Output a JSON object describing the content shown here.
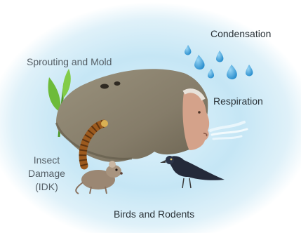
{
  "labels": {
    "sprouting": "Sprouting and Mold",
    "condensation": "Condensation",
    "respiration": "Respiration",
    "insect_line1": "Insect",
    "insect_line2": "Damage",
    "insect_line3": "(IDK)",
    "birds": "Birds and Rodents"
  },
  "colors": {
    "background_glow": "#c5e6f5",
    "grain_body": "#8a8270",
    "grain_shadow": "#5f5848",
    "face_skin": "#d4a28a",
    "water_drop": "#3d9fd8",
    "sprout_leaf": "#6dbb3a",
    "larva": "#9c5a1e",
    "mouse": "#9b8773",
    "bird": "#242a3a",
    "label_dark": "#2b3338",
    "label_gray": "#555f66"
  },
  "icons": [
    "sprout-icon",
    "water-drops-icon",
    "breath-icon",
    "larva-icon",
    "mouse-icon",
    "bird-icon"
  ]
}
